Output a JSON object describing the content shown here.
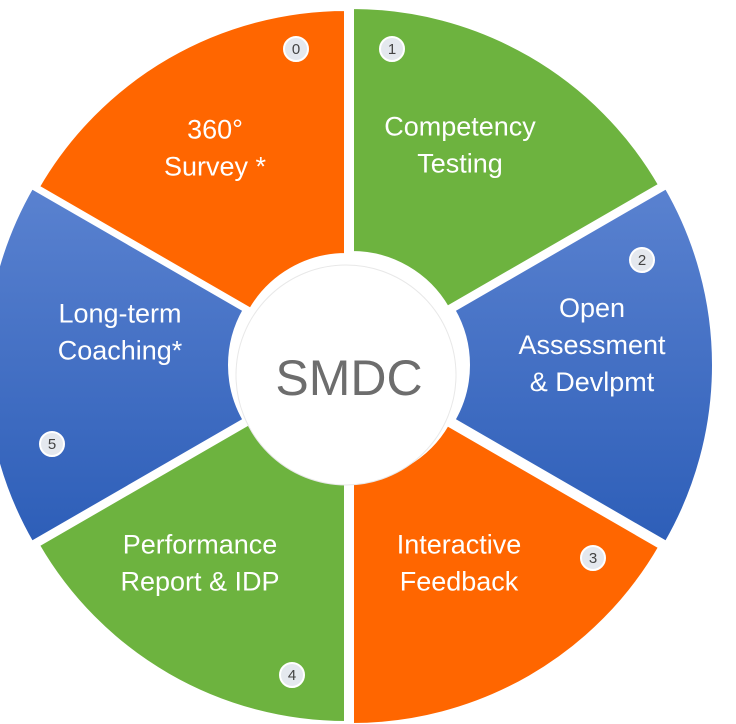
{
  "center": {
    "label": "SMDC"
  },
  "colors": {
    "green": "#6db33f",
    "orange": "#ff6600",
    "blue_light": "#5a82d0",
    "blue_dark": "#2d5eb8",
    "center_fill": "#ffffff",
    "badge_fill": "#e4e8ee"
  },
  "segments": [
    {
      "number": "0",
      "lines": [
        "360°",
        "Survey *"
      ],
      "color": "orange"
    },
    {
      "number": "1",
      "lines": [
        "Competency",
        "Testing"
      ],
      "color": "green"
    },
    {
      "number": "2",
      "lines": [
        "Open",
        "Assessment",
        "& Devlpmt"
      ],
      "color": "blue"
    },
    {
      "number": "3",
      "lines": [
        "Interactive",
        "Feedback"
      ],
      "color": "orange"
    },
    {
      "number": "4",
      "lines": [
        "Performance",
        "Report & IDP"
      ],
      "color": "green"
    },
    {
      "number": "5",
      "lines": [
        "Long-term",
        "Coaching*"
      ],
      "color": "blue"
    }
  ]
}
